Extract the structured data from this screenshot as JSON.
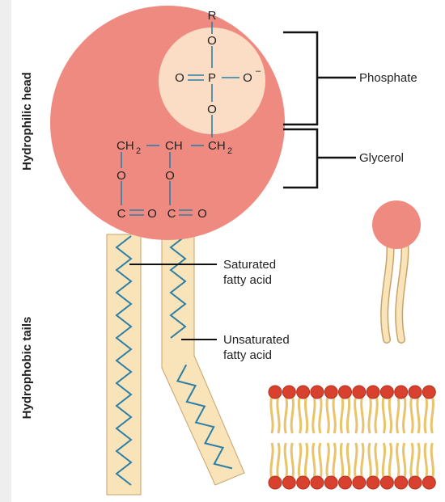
{
  "side_labels": {
    "head": "Hydrophilic head",
    "tails": "Hydrophobic tails"
  },
  "callouts": {
    "phosphate": "Phosphate",
    "glycerol": "Glycerol",
    "saturated_line1": "Saturated",
    "saturated_line2": "fatty acid",
    "unsaturated_line1": "Unsaturated",
    "unsaturated_line2": "fatty acid"
  },
  "chemistry": {
    "r_group": "R",
    "oxygen": "O",
    "phosphorus": "P",
    "charge": "–",
    "ch2": "CH",
    "ch": "CH",
    "subscript_2": "2",
    "carbon": "C"
  },
  "colors": {
    "head_fill": "#ef8a80",
    "phosphate_fill": "#fbdcc4",
    "tail_fill": "#f9e3b8",
    "tail_stroke": "#c7a36a",
    "bond": "#2a7fa8",
    "bilayer_head": "#d8412e",
    "bilayer_tail": "#e9c36a"
  }
}
